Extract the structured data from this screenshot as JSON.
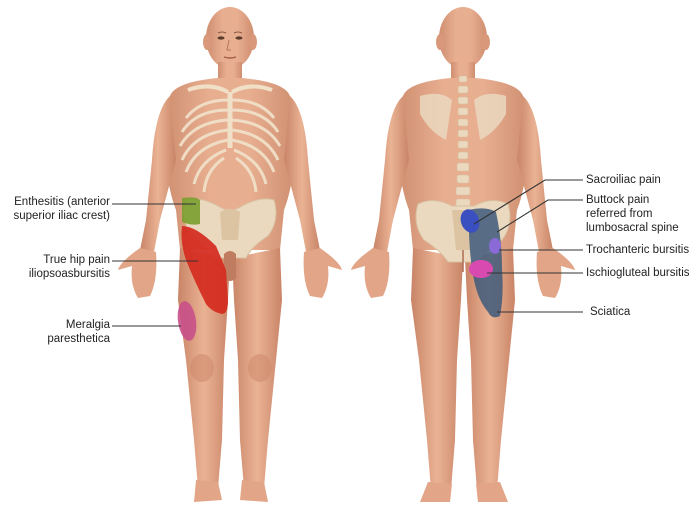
{
  "figures": {
    "front": {
      "view": "anterior",
      "skin_color": "#e2a587",
      "skin_shadow": "#c98467",
      "bone_color": "#ead8bf"
    },
    "back": {
      "view": "posterior",
      "skin_color": "#e2a587",
      "skin_shadow": "#c98467",
      "bone_color": "#ead8bf"
    }
  },
  "front_labels": [
    {
      "id": "enthesitis",
      "lines": [
        "Enthesitis (anterior",
        "superior iliac crest)"
      ],
      "color": "#7a9e2e"
    },
    {
      "id": "true-hip-pain",
      "lines": [
        "True hip pain",
        "iliopsoasbursitis"
      ],
      "color": "#d42a1e"
    },
    {
      "id": "meralgia",
      "lines": [
        "Meralgia",
        "paresthetica"
      ],
      "color": "#c8508a"
    }
  ],
  "back_labels": [
    {
      "id": "sacroiliac",
      "lines": [
        "Sacroiliac pain"
      ],
      "color": "#3a4fc0"
    },
    {
      "id": "buttock",
      "lines": [
        "Buttock pain",
        "referred from",
        "lumbosacral spine"
      ],
      "color": "#3e5a7a"
    },
    {
      "id": "trochanteric",
      "lines": [
        "Trochanteric bursitis"
      ],
      "color": "#8a6ad6"
    },
    {
      "id": "ischiogluteal",
      "lines": [
        "Ischiogluteal bursitis"
      ],
      "color": "#d84ab0"
    },
    {
      "id": "sciatica",
      "lines": [
        "Sciatica"
      ],
      "color": "#4a6280"
    }
  ]
}
